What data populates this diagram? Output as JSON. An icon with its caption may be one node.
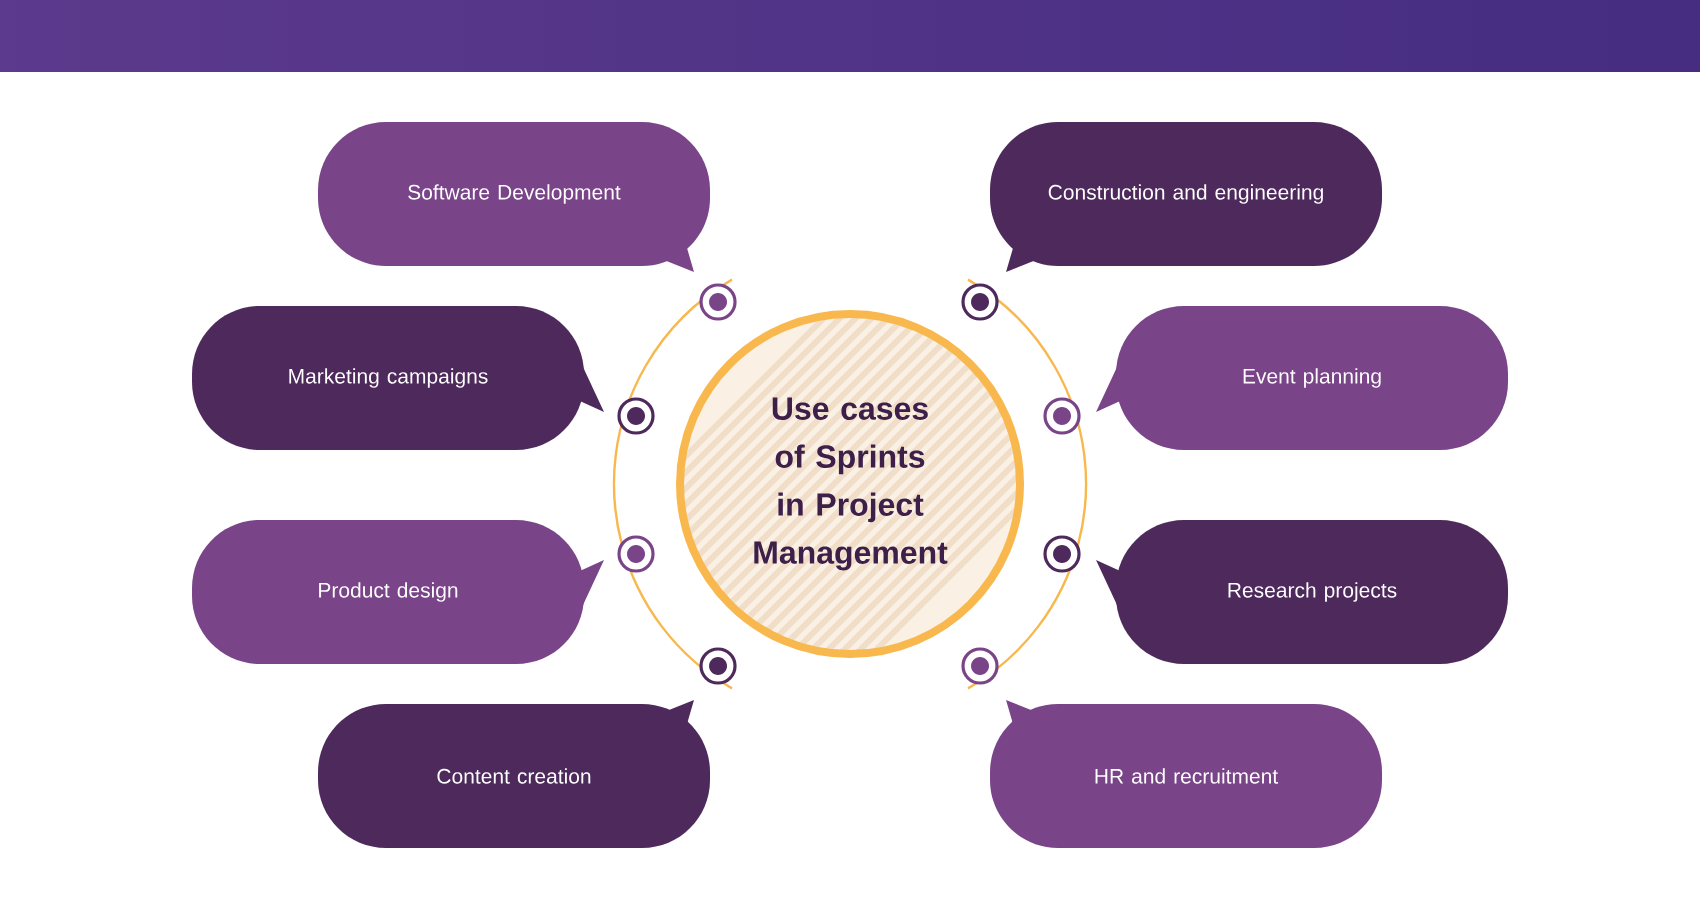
{
  "diagram": {
    "nodes": [
      {
        "text": [
          "Use cases of Sprints in Project Management"
        ]
      },
      {
        "text": [
          "Software Development"
        ]
      },
      {
        "text": [
          "Marketing campaigns"
        ]
      },
      {
        "text": [
          "Product design"
        ]
      },
      {
        "text": [
          "Content creation"
        ]
      },
      {
        "text": [
          "Construction and engineering"
        ]
      },
      {
        "text": [
          "Event planning"
        ]
      },
      {
        "text": [
          "Research projects"
        ]
      },
      {
        "text": [
          "HR and recruitment"
        ]
      }
    ]
  }
}
